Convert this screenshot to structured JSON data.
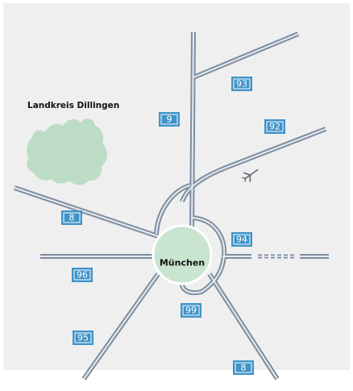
{
  "map": {
    "background_color": "#efefef",
    "city": {
      "name": "München",
      "fill": "#c9e5cf",
      "stroke": "#ffffff"
    },
    "district": {
      "name": "Landkreis Dillingen",
      "fill": "#bcdcc6"
    },
    "airport_icon": "airplane-icon",
    "badge_color": "#3f93c9",
    "motorways": [
      {
        "label": "93"
      },
      {
        "label": "9"
      },
      {
        "label": "92"
      },
      {
        "label": "8"
      },
      {
        "label": "94"
      },
      {
        "label": "96"
      },
      {
        "label": "99"
      },
      {
        "label": "95"
      },
      {
        "label": "8"
      }
    ]
  }
}
